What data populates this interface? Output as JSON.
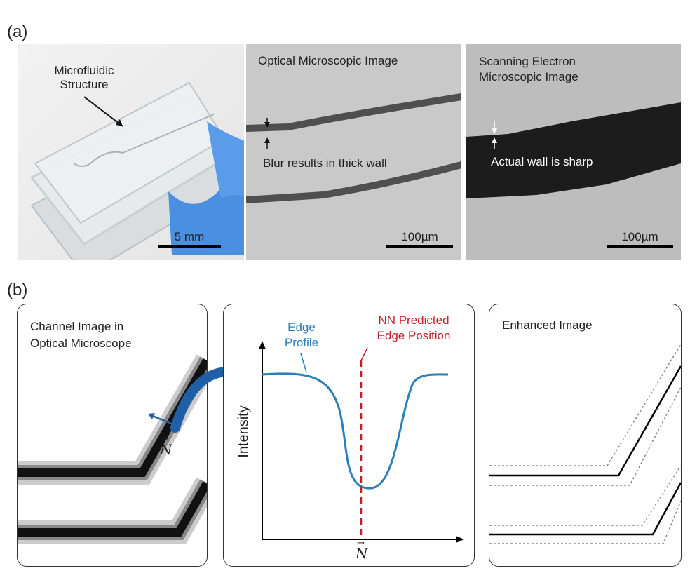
{
  "labels": {
    "a": "(a)",
    "b": "(b)"
  },
  "photo1": {
    "callout_line1": "Microfluidic",
    "callout_line2": "Structure",
    "scale": "5 mm"
  },
  "photo2": {
    "title": "Optical Microscopic Image",
    "note": "Blur results in thick wall",
    "scale": "100µm"
  },
  "photo3": {
    "title_line1": "Scanning Electron",
    "title_line2": "Microscopic Image",
    "note": "Actual wall is sharp",
    "scale": "100µm"
  },
  "box1": {
    "title_line1": "Channel Image in",
    "title_line2": "Optical Microscope",
    "vector": "N"
  },
  "box2": {
    "ylabel": "Intensity",
    "xlabel": "N",
    "profile_line1": "Edge",
    "profile_line2": "Profile",
    "nn_line1": "NN Predicted",
    "nn_line2": "Edge Position"
  },
  "box3": {
    "title": "Enhanced Image"
  },
  "colors": {
    "profile": "#2b7fb8",
    "nn": "#c0202a",
    "arrow": "#1f5fa8"
  }
}
